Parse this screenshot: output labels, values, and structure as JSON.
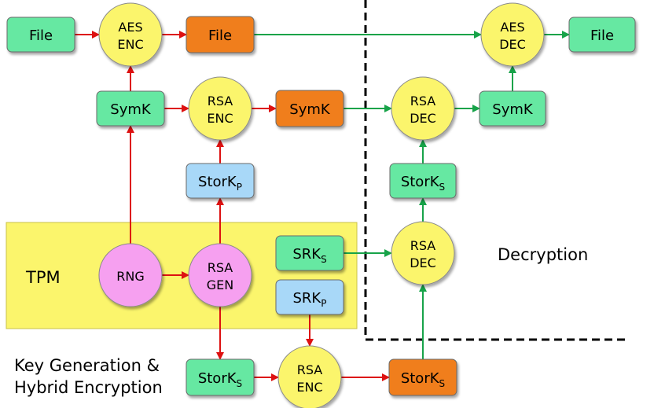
{
  "colors": {
    "green": "#66e8a2",
    "orange": "#f07e1e",
    "blue": "#a8d8f8",
    "yellow": "#fbf56c",
    "pink": "#f6a0f0",
    "tpm_bg": "#fbf56c",
    "arrow_red": "#dd1111",
    "arrow_green": "#17a349"
  },
  "labels": {
    "file_plain": "File",
    "aes_enc": [
      "AES",
      "ENC"
    ],
    "file_encrypted": "File",
    "aes_dec": [
      "AES",
      "DEC"
    ],
    "file_decrypted": "File",
    "symk_plain": "SymK",
    "rsa_enc_top": [
      "RSA",
      "ENC"
    ],
    "symk_encrypted": "SymK",
    "rsa_dec_top": [
      "RSA",
      "DEC"
    ],
    "symk_decrypted": "SymK",
    "stork_p": {
      "main": "StorK",
      "sub": "P"
    },
    "stork_s_dec": {
      "main": "StorK",
      "sub": "S"
    },
    "tpm": "TPM",
    "rng": "RNG",
    "rsa_gen": [
      "RSA",
      "GEN"
    ],
    "srk_s": {
      "main": "SRK",
      "sub": "S"
    },
    "srk_p": {
      "main": "SRK",
      "sub": "P"
    },
    "rsa_dec_mid": [
      "RSA",
      "DEC"
    ],
    "decryption": "Decryption",
    "keygen": [
      "Key Generation &",
      "Hybrid Encryption"
    ],
    "stork_s_plain": {
      "main": "StorK",
      "sub": "S"
    },
    "rsa_enc_bottom": [
      "RSA",
      "ENC"
    ],
    "stork_s_encrypted": {
      "main": "StorK",
      "sub": "S"
    }
  }
}
